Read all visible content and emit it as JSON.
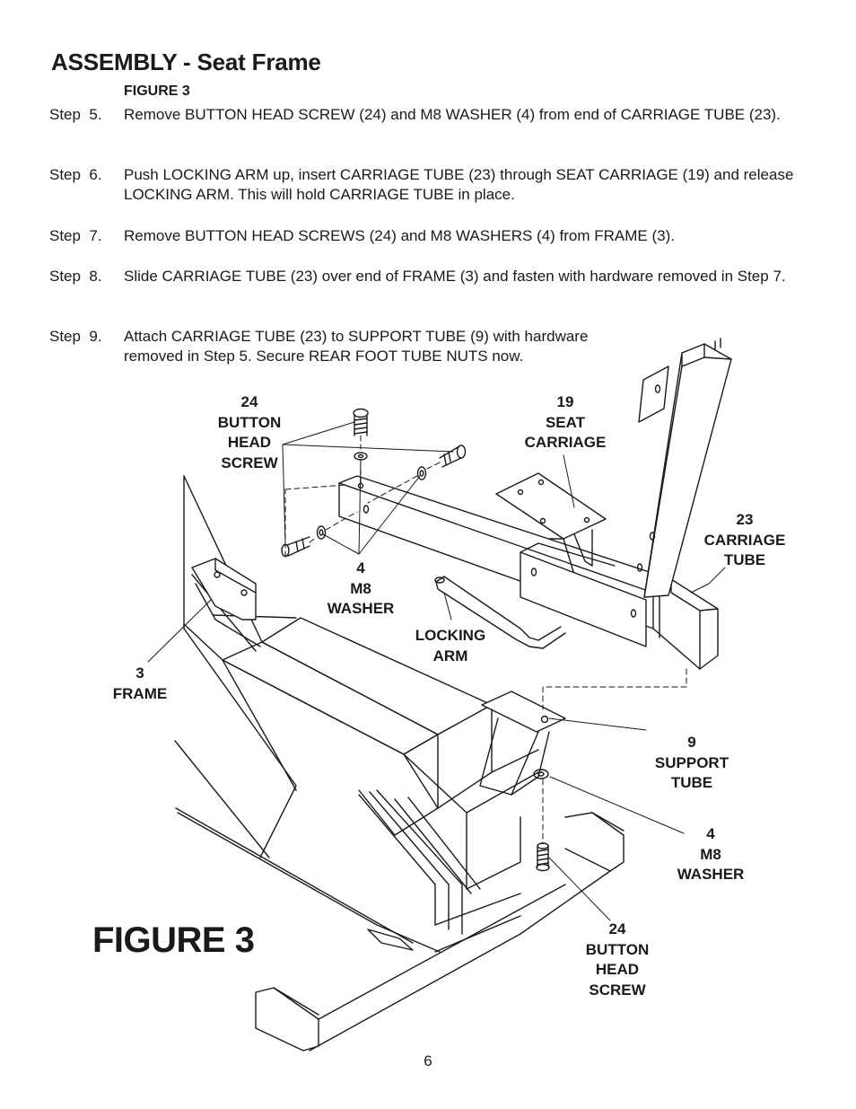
{
  "header": {
    "title": "ASSEMBLY - Seat Frame",
    "figure_ref": "FIGURE 3"
  },
  "steps": [
    {
      "label": "Step  5.",
      "text": "Remove BUTTON HEAD SCREW (24) and M8 WASHER (4) from end of CARRIAGE TUBE (23)."
    },
    {
      "label": "Step  6.",
      "text": "Push LOCKING ARM up, insert CARRIAGE TUBE (23) through SEAT CARRIAGE (19) and release LOCKING ARM. This will hold CARRIAGE TUBE in place."
    },
    {
      "label": "Step  7.",
      "text": "Remove BUTTON HEAD SCREWS (24) and M8 WASHERS (4) from FRAME (3)."
    },
    {
      "label": "Step  8.",
      "text": "Slide CARRIAGE TUBE (23) over end of FRAME (3) and fasten with hardware removed in Step 7."
    },
    {
      "label": "Step  9.",
      "line1": "Attach CARRIAGE TUBE (23) to SUPPORT TUBE (9) with hardware",
      "line2": "removed in Step 5. Secure REAR FOOT TUBE NUTS now."
    }
  ],
  "callouts": {
    "screw_top": [
      "24",
      "BUTTON",
      "HEAD",
      "SCREW"
    ],
    "seat_carriage": [
      "19",
      "SEAT",
      "CARRIAGE"
    ],
    "carriage_tube": [
      "23",
      "CARRIAGE",
      "TUBE"
    ],
    "washer_top": [
      "4",
      "M8",
      "WASHER"
    ],
    "locking_arm": [
      "LOCKING",
      "ARM"
    ],
    "frame": [
      "3",
      "FRAME"
    ],
    "support_tube": [
      "9",
      "SUPPORT",
      "TUBE"
    ],
    "washer_bottom": [
      "4",
      "M8",
      "WASHER"
    ],
    "screw_bottom": [
      "24",
      "BUTTON",
      "HEAD",
      "SCREW"
    ]
  },
  "figure_label": "FIGURE 3",
  "page_number": "6",
  "colors": {
    "ink": "#1a1a1a",
    "paper": "#ffffff"
  }
}
